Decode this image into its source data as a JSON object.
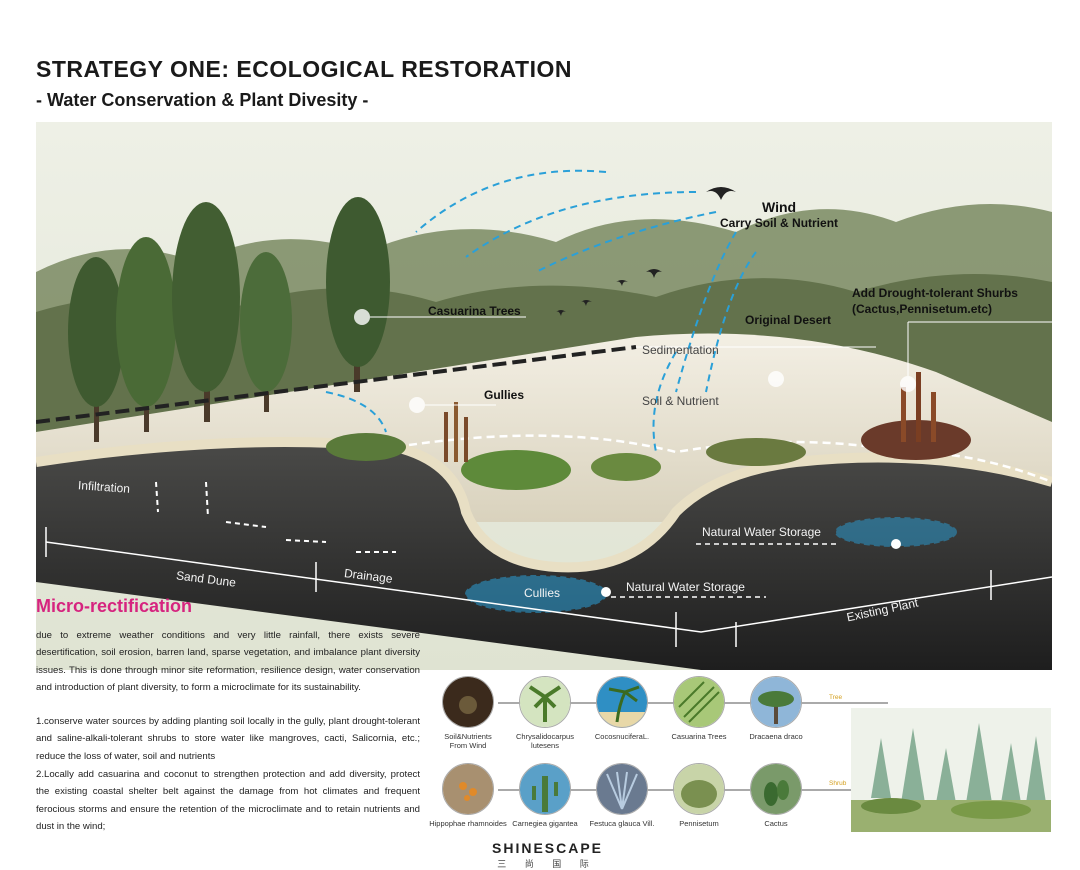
{
  "header": {
    "title": "STRATEGY ONE: ECOLOGICAL RESTORATION",
    "subtitle": "- Water Conservation & Plant Divesity -"
  },
  "diagram": {
    "wind": "Wind",
    "wind_sub": "Carry Soil & Nutrient",
    "casuarina": "Casuarina Trees",
    "drought_line1": "Add Drought-tolerant  Shurbs",
    "drought_line2": "(Cactus,Pennisetum.etc)",
    "original_desert": "Original Desert",
    "sedimentation": "Sedimentation",
    "soil_nutrient": "Soil & Nutrient",
    "gullies": "Gullies",
    "infiltration": "Infiltration",
    "natural_water_storage_right": "Natural Water Storage",
    "natural_water_storage_center": "Natural Water Storage",
    "cullies": "Cullies",
    "sand_dune": "Sand Dune",
    "drainage": "Drainage",
    "existing_plant": "Existing Plant"
  },
  "micro": {
    "title": "Micro-rectification",
    "p1": "due to extreme weather conditions and very little rainfall, there exists severe desertification, soil erosion, barren land, sparse vegetation, and imbalance plant diversity issues. This is done through minor site reformation, resilience design, water conservation and introduction of plant diversity, to form a microclimate for its sustainability.",
    "p2": "1.conserve water sources by adding planting soil locally in the gully, plant drought-tolerant and saline-alkali-tolerant shrubs to store water like mangroves, cacti, Salicornia, etc.; reduce the loss of water, soil and nutrients",
    "p3": "2.Locally add casuarina and coconut to strengthen protection and add diversity, protect the existing coastal shelter belt against the damage from hot climates and frequent ferocious storms and ensure the retention of the microclimate and to retain nutrients and dust in the wind;"
  },
  "plants": {
    "tree_label": "Tree",
    "shrub_label": "Shrub",
    "row1": [
      {
        "name_line1": "Soil&Nutrients",
        "name_line2": "From Wind",
        "color": "#3b2a1c",
        "icon": "soil-icon"
      },
      {
        "name_line1": "Chrysalidocarpus",
        "name_line2": "lutesens",
        "color": "#6e9a3c",
        "icon": "palm-icon"
      },
      {
        "name_line1": "CocosnuciferaL.",
        "name_line2": "",
        "color": "#2f8fc4",
        "icon": "coconut-icon"
      },
      {
        "name_line1": "Casuarina Trees",
        "name_line2": "",
        "color": "#7fb040",
        "icon": "casuarina-icon"
      },
      {
        "name_line1": "Dracaena draco",
        "name_line2": "",
        "color": "#8fb6d8",
        "icon": "dracaena-icon"
      }
    ],
    "row2": [
      {
        "name_line1": "Hippophae rhamnoides",
        "name_line2": "",
        "color": "#8a7050",
        "icon": "hippophae-icon"
      },
      {
        "name_line1": "Carnegiea gigantea",
        "name_line2": "",
        "color": "#5aa0c8",
        "icon": "saguaro-icon"
      },
      {
        "name_line1": "Festuca glauca Vill.",
        "name_line2": "",
        "color": "#8aa4c0",
        "icon": "festuca-icon"
      },
      {
        "name_line1": "Pennisetum",
        "name_line2": "",
        "color": "#8ea06a",
        "icon": "pennisetum-icon"
      },
      {
        "name_line1": "Cactus",
        "name_line2": "",
        "color": "#4c7a40",
        "icon": "cactus-icon"
      }
    ]
  },
  "brand": {
    "name": "SHINESCAPE",
    "sub": "三 尚 国 际"
  },
  "colors": {
    "accent": "#d6247f",
    "water": "#2aa0d8",
    "soil": "#2a2a2a",
    "sand": "#ebe3cf"
  }
}
